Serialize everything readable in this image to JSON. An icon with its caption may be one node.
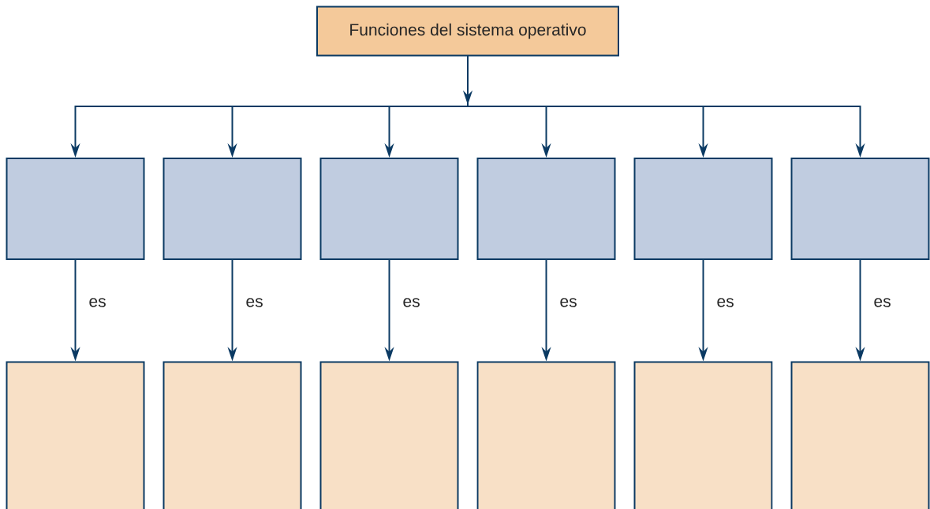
{
  "diagram": {
    "nodes": [
      {
        "text": [
          "Funciones del sistema operativo"
        ]
      },
      {
        "text": [],
        "shape": "box"
      },
      {
        "text": [],
        "shape": "box"
      },
      {
        "text": [],
        "shape": "box"
      },
      {
        "text": [],
        "shape": "box"
      },
      {
        "text": [],
        "shape": "box"
      },
      {
        "text": [],
        "shape": "box"
      },
      {
        "text": [],
        "shape": "box"
      },
      {
        "text": [],
        "shape": "box"
      },
      {
        "text": [],
        "shape": "box"
      },
      {
        "text": [],
        "shape": "box"
      },
      {
        "text": [],
        "shape": "box"
      },
      {
        "text": [],
        "shape": "box"
      }
    ],
    "edges": [
      {
        "from": 0,
        "to": 1,
        "arrow": "to"
      },
      {
        "from": 0,
        "to": 2,
        "arrow": "to"
      },
      {
        "from": 0,
        "to": 3,
        "arrow": "to"
      },
      {
        "from": 0,
        "to": 4,
        "arrow": "to"
      },
      {
        "from": 0,
        "to": 5,
        "arrow": "to"
      },
      {
        "from": 0,
        "to": 6,
        "arrow": "to"
      },
      {
        "from": 1,
        "to": 7,
        "arrow": "to",
        "label": "es"
      },
      {
        "from": 2,
        "to": 8,
        "arrow": "to",
        "label": "es"
      },
      {
        "from": 3,
        "to": 9,
        "arrow": "to",
        "label": "es"
      },
      {
        "from": 4,
        "to": 10,
        "arrow": "to",
        "label": "es"
      },
      {
        "from": 5,
        "to": 11,
        "arrow": "to",
        "label": "es"
      },
      {
        "from": 6,
        "to": 12,
        "arrow": "to",
        "label": "es"
      }
    ]
  }
}
